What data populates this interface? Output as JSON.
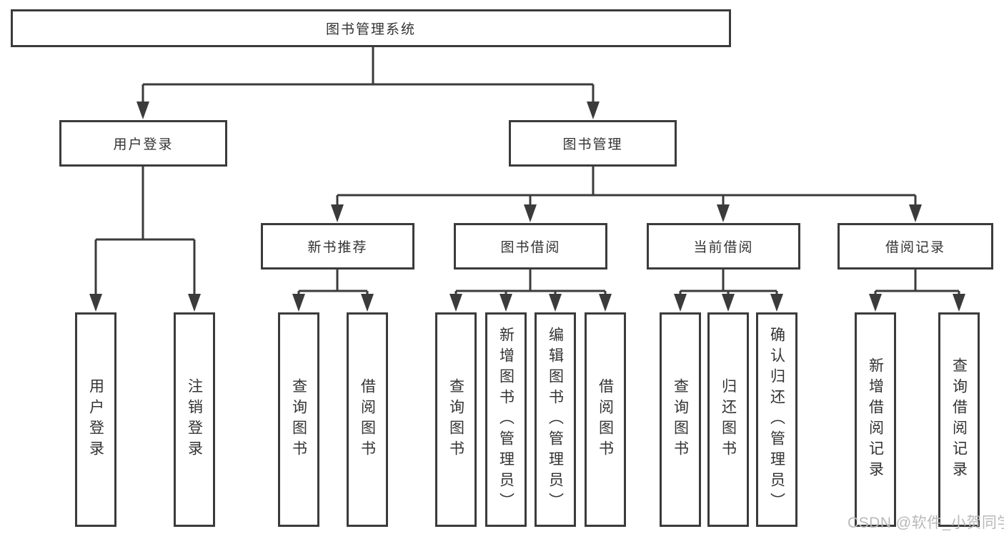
{
  "colors": {
    "line": "#3b3b3b",
    "box_border": "#3b3b3b",
    "text": "#333333",
    "watermark": "#b9b9b9",
    "background": "#ffffff"
  },
  "tree": {
    "label": "图书管理系统",
    "children": [
      {
        "label": "用户登录",
        "children": [
          {
            "label": "用户登录"
          },
          {
            "label": "注销登录"
          }
        ]
      },
      {
        "label": "图书管理",
        "children": [
          {
            "label": "新书推荐",
            "children": [
              {
                "label": "查询图书"
              },
              {
                "label": "借阅图书"
              }
            ]
          },
          {
            "label": "图书借阅",
            "children": [
              {
                "label": "查询图书"
              },
              {
                "label": "新增图书（管理员）"
              },
              {
                "label": "编辑图书（管理员）"
              },
              {
                "label": "借阅图书"
              }
            ]
          },
          {
            "label": "当前借阅",
            "children": [
              {
                "label": "查询图书"
              },
              {
                "label": "归还图书"
              },
              {
                "label": "确认归还（管理员）"
              }
            ]
          },
          {
            "label": "借阅记录",
            "children": [
              {
                "label": "新增借阅记录"
              },
              {
                "label": "查询借阅记录"
              }
            ]
          }
        ]
      }
    ]
  },
  "watermark": {
    "text": "CSDN @软件_小贺同学"
  }
}
